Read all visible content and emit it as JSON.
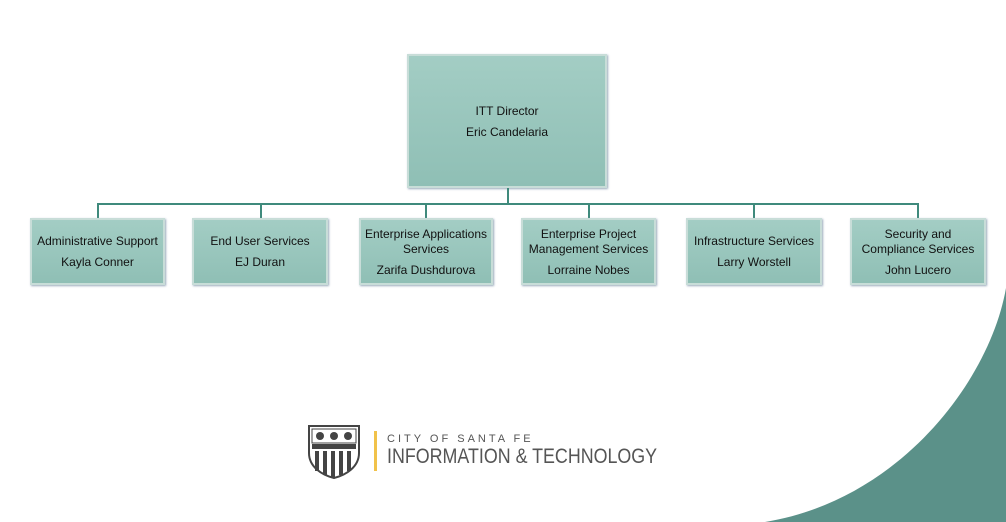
{
  "director": {
    "title": "ITT Director",
    "name": "Eric  Candelaria"
  },
  "departments": [
    {
      "title": "Administrative Support",
      "name": "Kayla Conner"
    },
    {
      "title": "End User Services",
      "name": "EJ Duran"
    },
    {
      "title": "Enterprise Applications Services",
      "name": "Zarifa Dushdurova"
    },
    {
      "title": "Enterprise Project Management Services",
      "name": "Lorraine Nobes"
    },
    {
      "title": "Infrastructure Services",
      "name": "Larry Worstell"
    },
    {
      "title": "Security and Compliance Services",
      "name": "John Lucero"
    }
  ],
  "logo": {
    "city": "CITY OF SANTA FE",
    "dept": "INFORMATION & TECHNOLOGY"
  },
  "colors": {
    "box": "#9fcac1",
    "line": "#3f8a7c",
    "accent": "#5b9189",
    "logo_bar": "#f1c24a"
  }
}
